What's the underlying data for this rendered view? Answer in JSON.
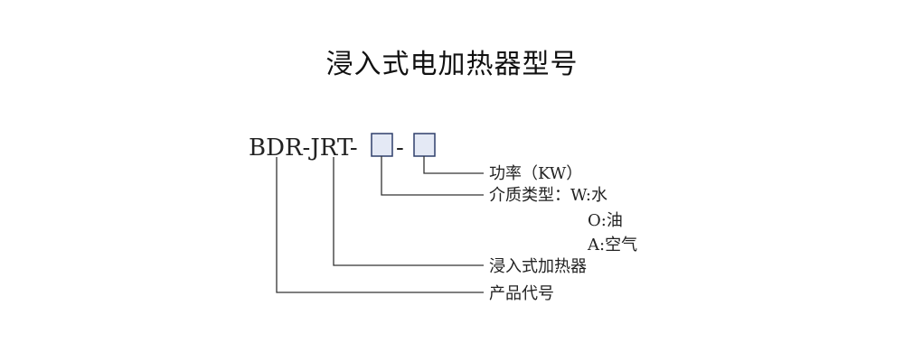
{
  "title": "浸入式电加热器型号",
  "model_code": {
    "prefix": "BDR-JRT-",
    "separator": "-"
  },
  "labels": {
    "power": "功率（KW）",
    "medium": "介质类型：W:水",
    "medium_oil": "O:油",
    "medium_air": "A:空气",
    "heater_type": "浸入式加热器",
    "product_code": "产品代号"
  }
}
